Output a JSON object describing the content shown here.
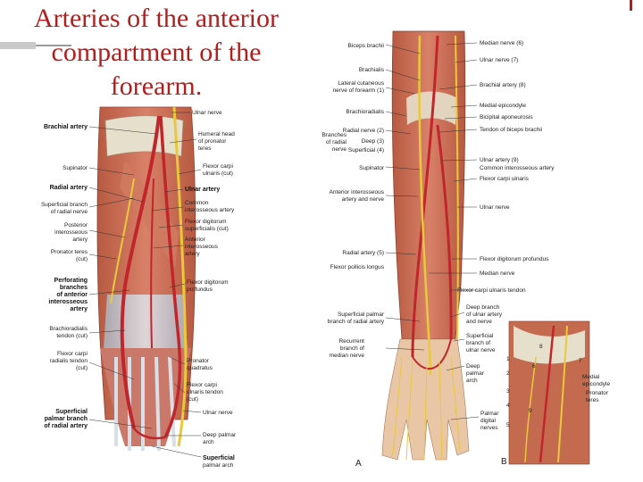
{
  "slide": {
    "title_line1": "Arteries of the anterior",
    "title_line2": "compartment of the",
    "title_line3": "forearm."
  },
  "figure_left": {
    "labels_left": [
      "Brachial artery",
      "Supinator",
      "Radial artery",
      "Superficial branch",
      "of radial nerve",
      "Posterior",
      "interosseous",
      "artery",
      "Pronator teres",
      "(cut)",
      "Perforating",
      "branches",
      "of anterior",
      "interosseous",
      "artery",
      "Brachioradialis",
      "tendon (cut)",
      "Flexor carpi",
      "radialis tendon",
      "(cut)",
      "Superficial",
      "palmar branch",
      "of radial artery"
    ],
    "labels_right": [
      "Ulnar nerve",
      "Humeral head",
      "of pronator",
      "teres",
      "Flexor carpi",
      "ulnaris (cut)",
      "Ulnar artery",
      "Common",
      "interosseous artery",
      "Flexor digitorum",
      "superficialis (cut)",
      "Anterior",
      "interosseous",
      "artery",
      "Flexor digitorum",
      "profundus",
      "Pronator",
      "quadratus",
      "Flexor carpi",
      "ulnaris tendon",
      "(cut)",
      "Ulnar nerve",
      "Deep palmar",
      "arch",
      "Superficial",
      "palmar arch"
    ]
  },
  "figure_right": {
    "labels_left": [
      "Biceps brachii",
      "Brachialis",
      "Lateral cutaneous",
      "nerve of forearm (1)",
      "Brachioradialis",
      "Branches",
      "of radial",
      "nerve",
      "Radial nerve (2)",
      "Deep (3)",
      "Superficial (4)",
      "Supinator",
      "Anterior interosseous",
      "artery and nerve",
      "Radial artery (5)",
      "Flexor pollicis longus",
      "Superficial palmar",
      "branch of radial artery",
      "Recurrent",
      "branch of",
      "median nerve"
    ],
    "labels_right": [
      "Median nerve (6)",
      "Ulnar nerve (7)",
      "Brachial artery (8)",
      "Medial epicondyle",
      "Bicipital aponeurosis",
      "Tendon of biceps brachii",
      "Ulnar artery (9)",
      "Common interosseous artery",
      "Flexor carpi ulnaris",
      "Ulnar nerve",
      "Flexor digitorum profundus",
      "Median nerve",
      "Flexor carpi ulnaris tendon",
      "Deep branch",
      "of ulnar artery",
      "and nerve",
      "Superficial",
      "branch of",
      "ulnar nerve",
      "Deep",
      "palmar",
      "arch",
      "Palmar",
      "digital",
      "nerves"
    ],
    "panel_a": "A",
    "panel_b": "B",
    "inset_numbers": [
      "1",
      "2",
      "3",
      "4",
      "5",
      "6",
      "7",
      "8",
      "9"
    ],
    "inset_labels": [
      "Medial",
      "epicondyle",
      "Pronator",
      "teres"
    ]
  },
  "colors": {
    "title": "#b21e1e",
    "muscle": "#c4694f",
    "artery": "#c0262b",
    "nerve": "#e8c93a",
    "bone": "#e9e2cf",
    "tendon": "#c8ced6"
  }
}
